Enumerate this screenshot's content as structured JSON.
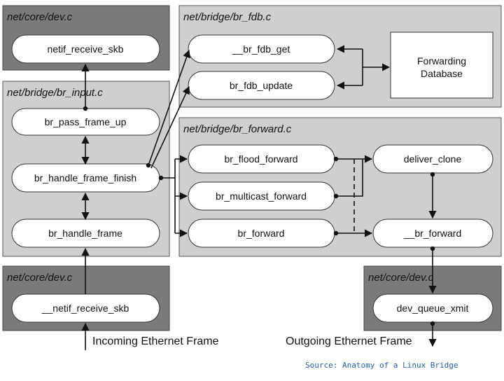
{
  "containers": {
    "core_dev_top": "net/core/dev.c",
    "br_fdb": "net/bridge/br_fdb.c",
    "br_input": "net/bridge/br_input.c",
    "br_forward": "net/bridge/br_forward.c",
    "core_dev_bottom_left": "net/core/dev.c",
    "core_dev_bottom_right": "net/core/dev.c"
  },
  "nodes": {
    "netif_receive_skb": "netif_receive_skb",
    "br_fdb_get": "__br_fdb_get",
    "br_fdb_update": "br_fdb_update",
    "forwarding_database_line1": "Forwarding",
    "forwarding_database_line2": "Database",
    "br_pass_frame_up": "br_pass_frame_up",
    "br_handle_frame_finish": "br_handle_frame_finish",
    "br_handle_frame": "br_handle_frame",
    "br_flood_forward": "br_flood_forward",
    "br_multicast_forward": "br_multicast_forward",
    "br_forward": "br_forward",
    "deliver_clone": "deliver_clone",
    "br_forward_internal": "__br_forward",
    "netif_receive_skb_internal": "__netif_receive_skb",
    "dev_queue_xmit": "dev_queue_xmit"
  },
  "io": {
    "incoming": "Incoming Ethernet Frame",
    "outgoing": "Outgoing Ethernet Frame"
  },
  "source": "Source: Anatomy of a Linux Bridge",
  "colors": {
    "dark_container": "#7a7a7a",
    "light_container": "#cfcfcf",
    "node_fill": "#ffffff",
    "source_text": "#2a5db0"
  }
}
